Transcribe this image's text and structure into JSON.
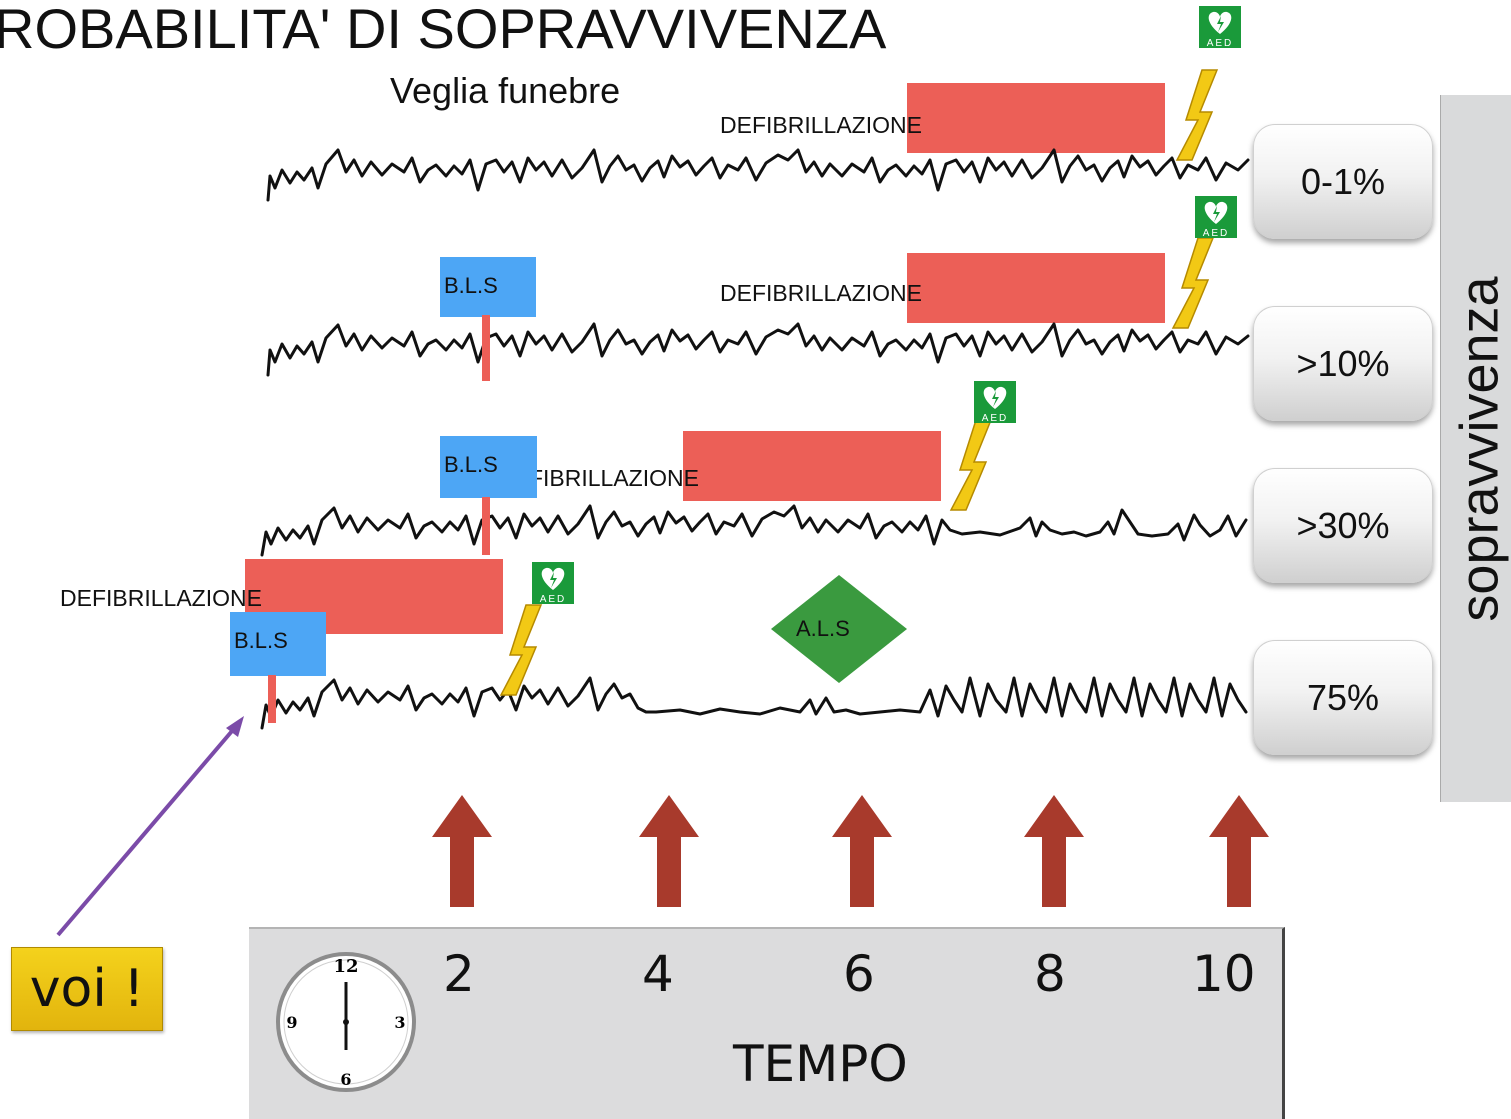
{
  "title": "ROBABILITA' DI SOPRAVVIVENZA",
  "subtitle": "Veglia funebre",
  "defib_label": "DEFIBRILLAZIONE",
  "bls_label": "B.L.S",
  "als_label": "A.L.S",
  "aed_label": "AED",
  "survival_values": [
    "0-1%",
    ">10%",
    ">30%",
    "75%"
  ],
  "survival_axis_label": "sopravvivenza",
  "time_ticks": [
    "2",
    "4",
    "6",
    "8",
    "10"
  ],
  "time_label": "TEMPO",
  "you_label": "voi !",
  "colors": {
    "defibrillation": "#ec5f57",
    "bls": "#4da6f5",
    "als": "#3a9a3f",
    "aed": "#1a9a3a",
    "lightning": "#f2c915",
    "arrow": "#a83a2c",
    "pointer": "#7b4ba8"
  },
  "icons": [
    "clock-icon",
    "aed-icon",
    "lightning-icon",
    "up-arrow-icon"
  ]
}
